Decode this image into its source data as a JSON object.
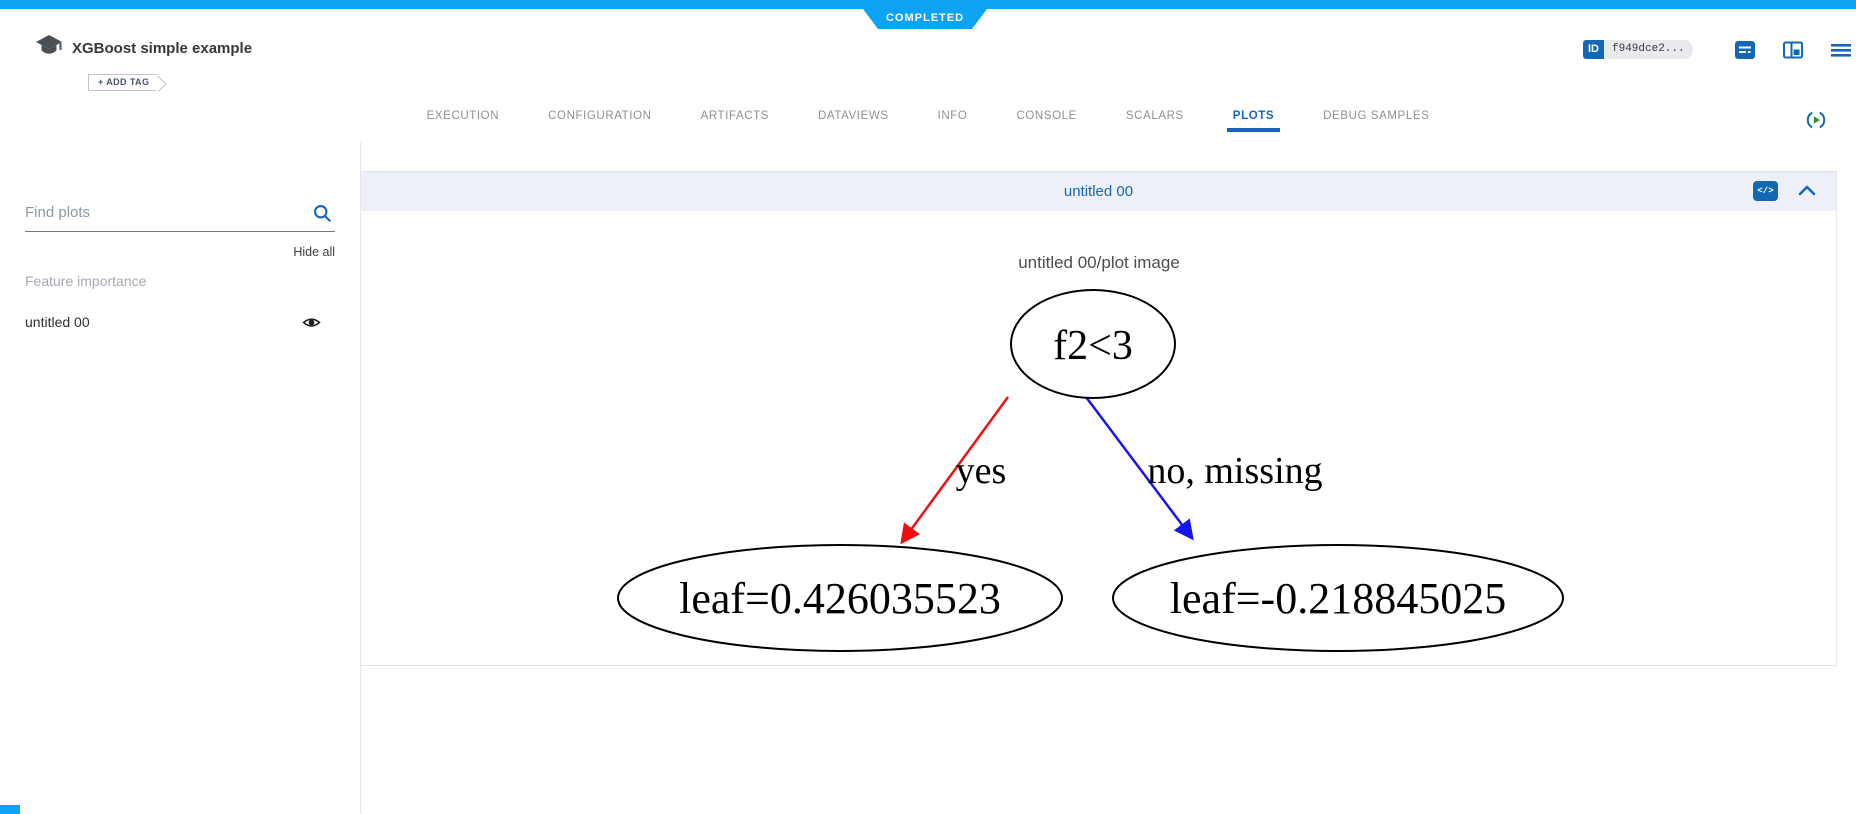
{
  "status": {
    "label": "COMPLETED"
  },
  "header": {
    "title": "XGBoost simple example",
    "add_tag_label": "+ ADD TAG",
    "id_label": "ID",
    "id_value": "f949dce2...",
    "icons": {
      "embed_code_glyph": "</>"
    }
  },
  "tabs": {
    "active": "PLOTS",
    "items": [
      {
        "label": "EXECUTION"
      },
      {
        "label": "CONFIGURATION"
      },
      {
        "label": "ARTIFACTS"
      },
      {
        "label": "DATAVIEWS"
      },
      {
        "label": "INFO"
      },
      {
        "label": "CONSOLE"
      },
      {
        "label": "SCALARS"
      },
      {
        "label": "PLOTS"
      },
      {
        "label": "DEBUG SAMPLES"
      }
    ]
  },
  "sidebar": {
    "search_placeholder": "Find plots",
    "hide_all_label": "Hide all",
    "group_label": "Feature importance",
    "items": [
      {
        "label": "untitled 00"
      }
    ]
  },
  "plot_panel": {
    "title": "untitled 00",
    "image_title": "untitled 00/plot image",
    "tree": {
      "root_label": "f2<3",
      "edge_yes_label": "yes",
      "edge_no_label": "no, missing",
      "leaf_left_label": "leaf=0.426035523",
      "leaf_right_label": "leaf=-0.218845025"
    }
  },
  "appearance": {
    "accent_blue": "#0da2f2",
    "tab_active_blue": "#1565c0",
    "icon_blue": "#1467b3",
    "panel_header_bg": "#edf0f8",
    "edge_yes_color": "#ee1010",
    "edge_no_color": "#1616e8"
  }
}
